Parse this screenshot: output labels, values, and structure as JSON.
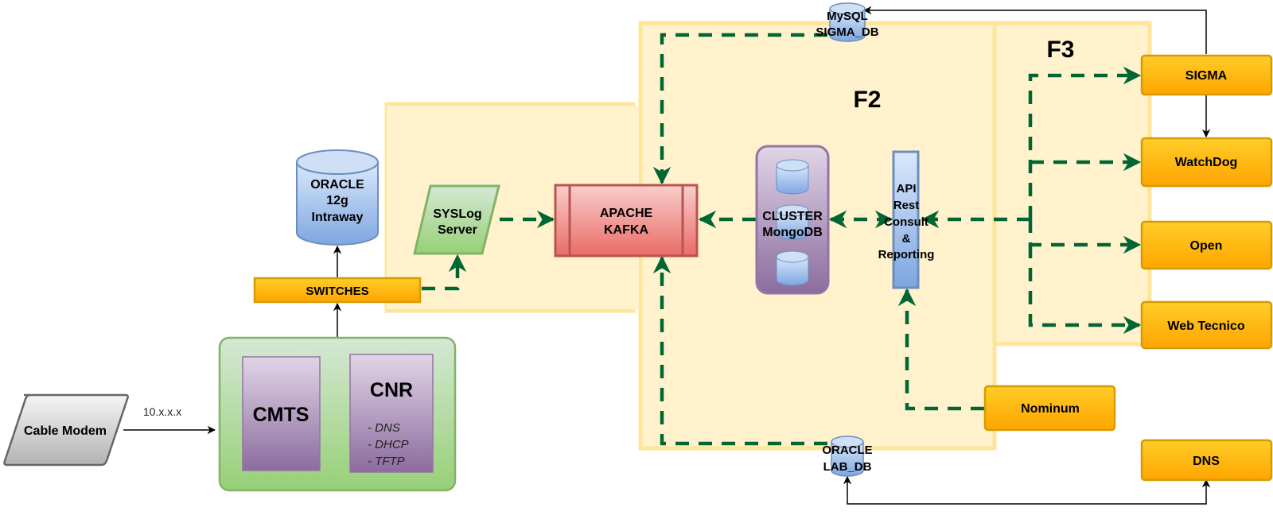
{
  "zones": {
    "f1": {
      "title": "F1"
    },
    "f2": {
      "title": "F2"
    },
    "f3": {
      "title": "F3"
    }
  },
  "nodes": {
    "cable_modem": {
      "label": "Cable Modem"
    },
    "link_ip": {
      "label": "10.x.x.x"
    },
    "cmts": {
      "label": "CMTS"
    },
    "cnr": {
      "label": "CNR",
      "services": [
        "- DNS",
        "- DHCP",
        "- TFTP"
      ]
    },
    "switches": {
      "label": "SWITCHES"
    },
    "oracle_intraway": {
      "lines": [
        "ORACLE",
        "12g",
        "Intraway"
      ]
    },
    "syslog": {
      "lines": [
        "SYSLog",
        "Server"
      ]
    },
    "kafka": {
      "lines": [
        "APACHE",
        "KAFKA"
      ]
    },
    "mongodb": {
      "lines": [
        "CLUSTER",
        "MongoDB"
      ]
    },
    "api": {
      "lines": [
        "API",
        "Rest",
        "Consult",
        "&",
        "Reporting"
      ]
    },
    "mysql": {
      "lines": [
        "MySQL",
        "SIGMA_DB"
      ]
    },
    "oracle_lab": {
      "lines": [
        "ORACLE",
        "LAB_DB"
      ]
    },
    "sigma": {
      "label": "SIGMA"
    },
    "watchdog": {
      "label": "WatchDog"
    },
    "open": {
      "label": "Open"
    },
    "webtecnico": {
      "label": "Web Tecnico"
    },
    "nominum": {
      "label": "Nominum"
    },
    "dns": {
      "label": "DNS"
    }
  },
  "colors": {
    "zone_fill": "#fff2cc",
    "zone_border": "#ffe599",
    "flow_green": "#006633",
    "orange_fill": "#ffcd28",
    "orange_border": "#d79b00",
    "db_blue": "#a9c4eb",
    "db_border": "#6c8ebf",
    "kafka_red": "#f19c99",
    "kafka_border": "#b85450",
    "purple": "#b5a3c7",
    "purple_border": "#9673a6",
    "green_box": "#b9e0a5",
    "green_border": "#82b366"
  }
}
